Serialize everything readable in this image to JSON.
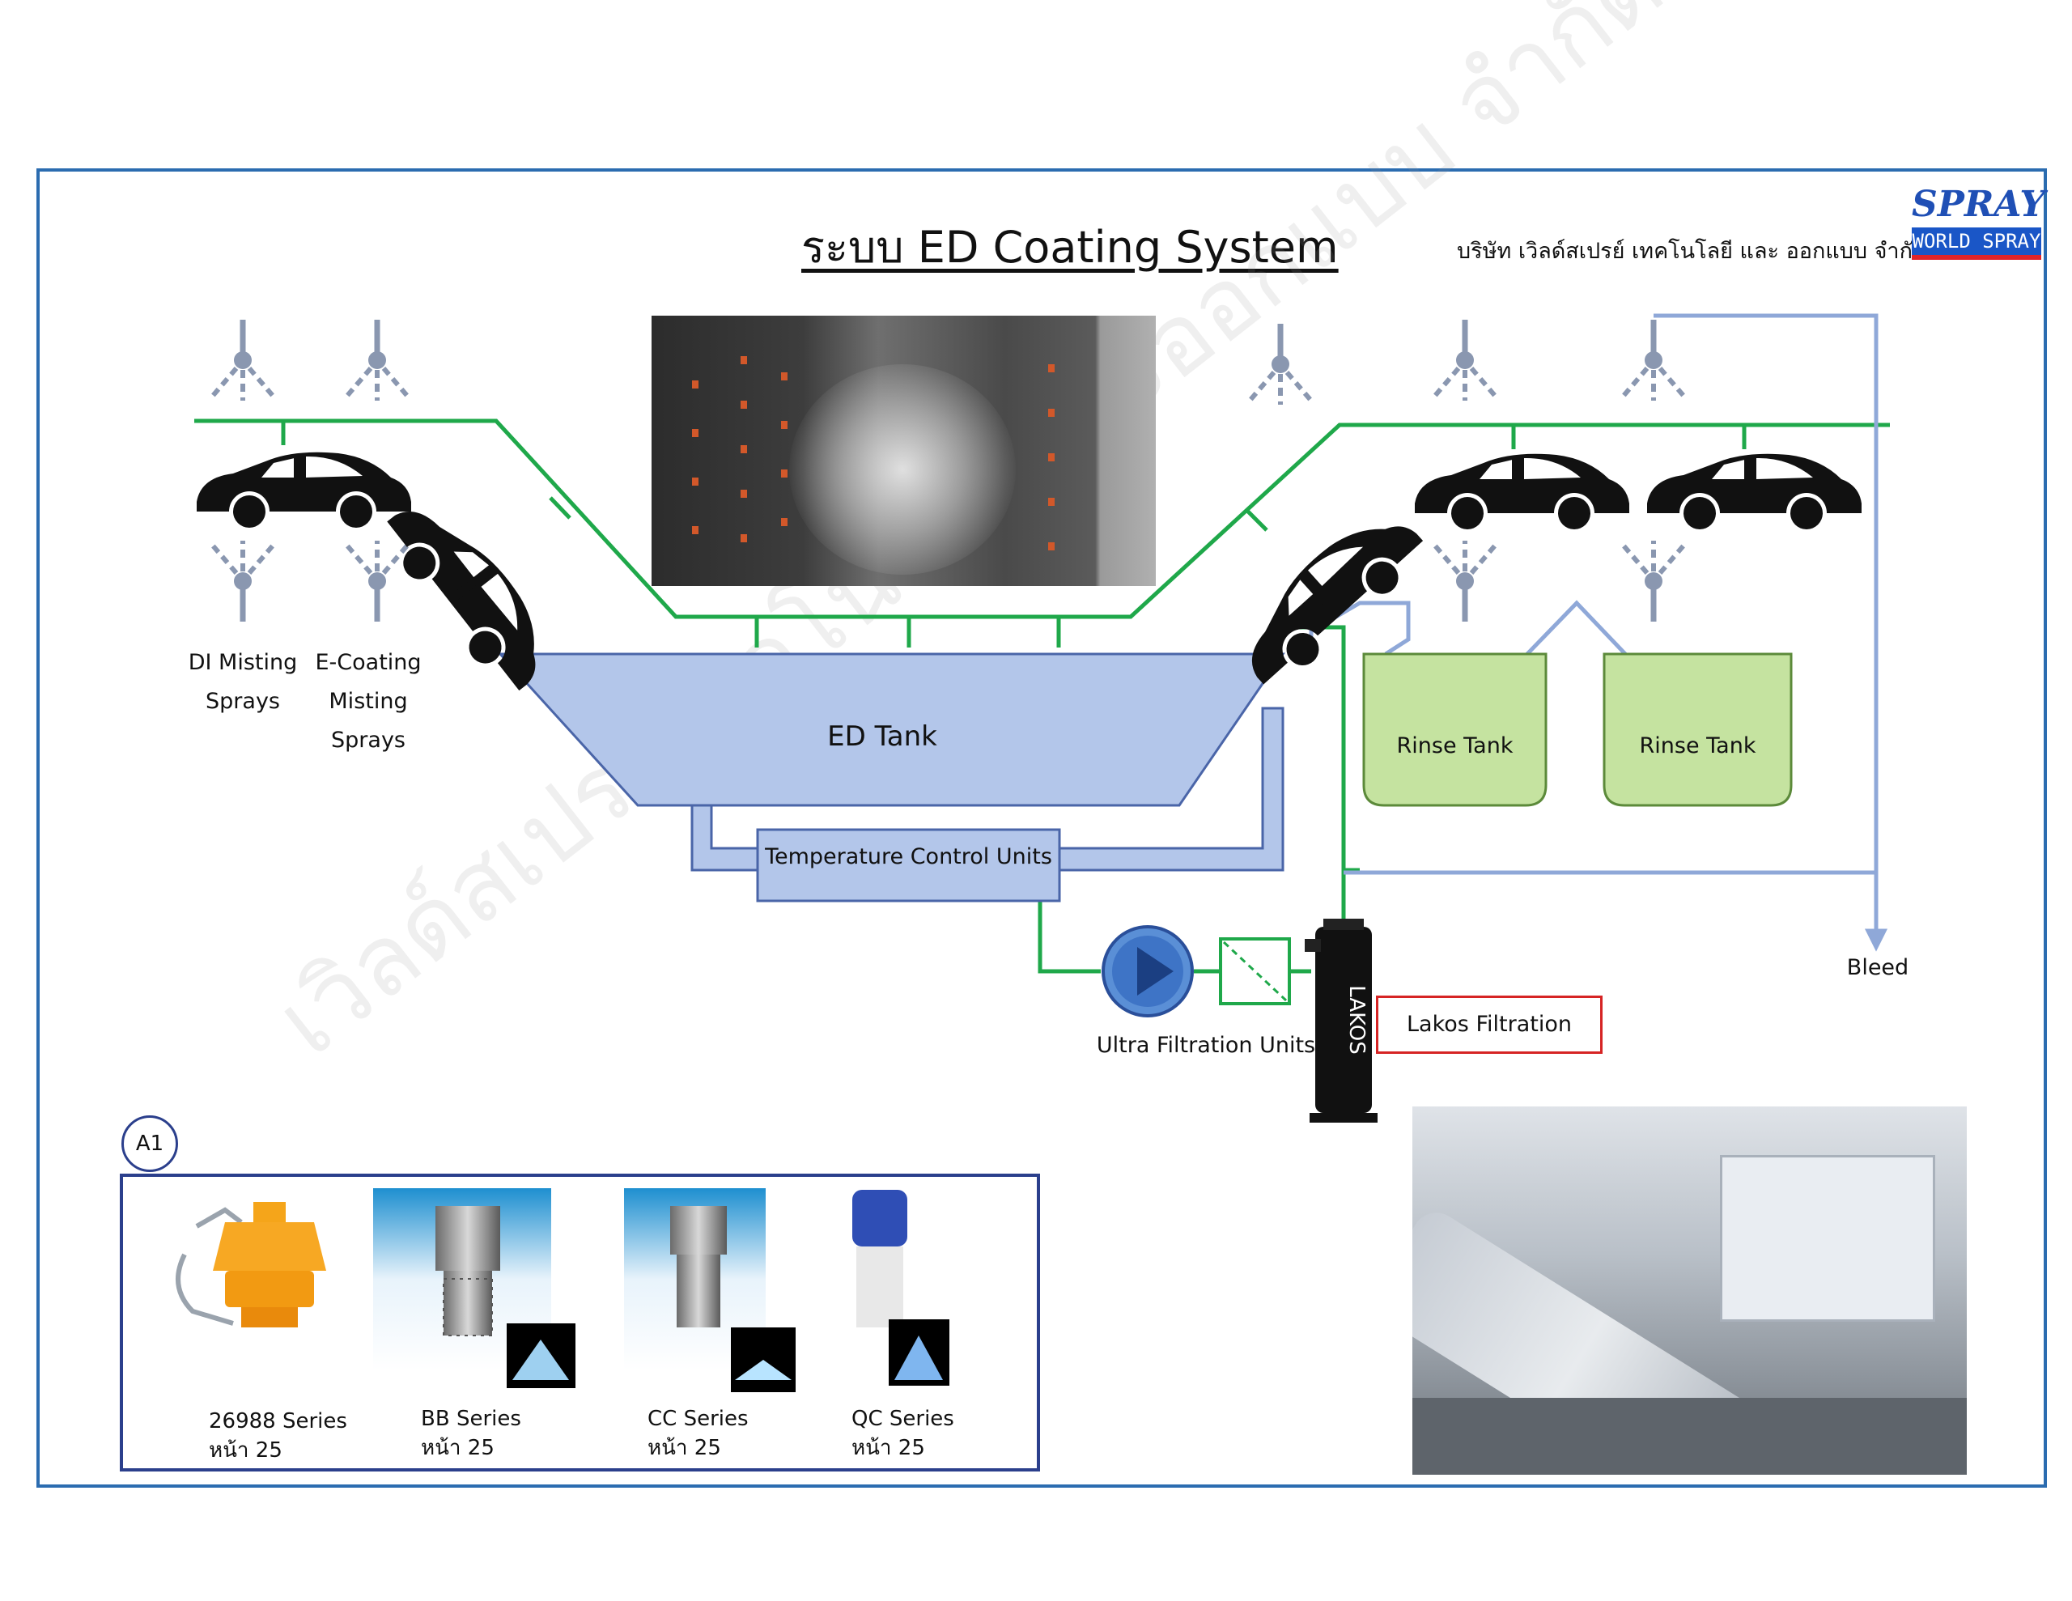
{
  "title": "ระบบ ED Coating System",
  "company": "บริษัท เวิลด์สเปรย์ เทคโนโลยี และ ออกแบบ จำกัด",
  "logo": {
    "top": "SPRAY",
    "bottom": "WORLD SPRAY"
  },
  "watermark": "เวิลด์สเปรย์เทคโนโลยีและออกแบบ จำกัด",
  "spray_labels": {
    "di_misting_line1": "DI Misting",
    "di_misting_line2": "Sprays",
    "ecoat_line1": "E-Coating",
    "ecoat_line2": "Misting",
    "ecoat_line3": "Sprays"
  },
  "tanks": {
    "ed_tank": "ED Tank",
    "temp_control": "Temperature Control Units",
    "rinse_tank_1": "Rinse Tank",
    "rinse_tank_2": "Rinse Tank"
  },
  "equipment": {
    "ultra_filtration": "Ultra Filtration Units",
    "lakos_filtration": "Lakos Filtration",
    "lakos_brand": "LAKOS",
    "bleed": "Bleed"
  },
  "products": {
    "badge": "A1",
    "items": [
      {
        "series": "26988 Series",
        "page": "หน้า 25"
      },
      {
        "series": "BB Series",
        "page": "หน้า 25"
      },
      {
        "series": "CC Series",
        "page": "หน้า 25"
      },
      {
        "series": "QC Series",
        "page": "หน้า 25"
      }
    ]
  },
  "colors": {
    "frame": "#2b6cb0",
    "green_pipe": "#1fa84a",
    "blue_pipe": "#8fa8d8",
    "ed_tank_fill": "#b3c6ea",
    "ed_tank_stroke": "#4a65a8",
    "rinse_fill": "#c5e3a0",
    "rinse_stroke": "#5c8a3a",
    "nozzle": "#8a97b0",
    "lakos_box": "#d62424"
  }
}
